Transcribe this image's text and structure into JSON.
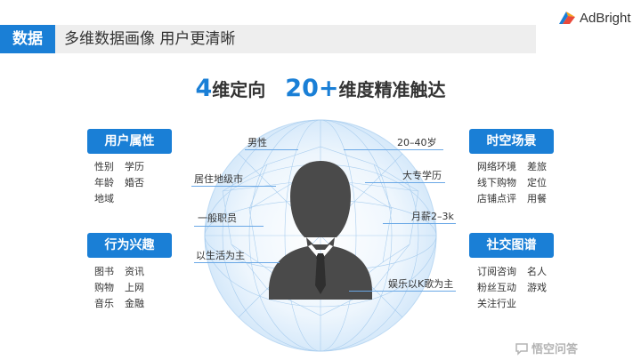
{
  "header": {
    "tag": "数据",
    "title": "多维数据画像 用户更清晰"
  },
  "brand": {
    "name": "AdBright",
    "icon": "adbright-logo-icon"
  },
  "headline": {
    "num1": "4",
    "text1": "维定向",
    "num2": "20+",
    "text2": "维度精准触达"
  },
  "categories": {
    "user_attr": {
      "title": "用户属性",
      "items": [
        "性别",
        "学历",
        "年龄",
        "婚否",
        "地域"
      ]
    },
    "behavior": {
      "title": "行为兴趣",
      "items": [
        "图书",
        "资讯",
        "购物",
        "上网",
        "音乐",
        "金融"
      ]
    },
    "spacetime": {
      "title": "时空场景",
      "items": [
        "网络环境",
        "差旅",
        "线下购物",
        "定位",
        "店铺点评",
        "用餐"
      ]
    },
    "social": {
      "title": "社交图谱",
      "items": [
        "订阅咨询",
        "名人",
        "粉丝互动",
        "游戏",
        "关注行业"
      ]
    }
  },
  "labels": {
    "male": "男性",
    "residence": "居住地级市",
    "staff": "一般职员",
    "living": "以生活为主",
    "age": "20–40岁",
    "college": "大专学历",
    "salary": "月薪2–3k",
    "karaoke": "娱乐以K歌为主"
  },
  "watermark": {
    "text": "悟空问答",
    "icon": "chat-bubble-icon"
  },
  "colors": {
    "accent": "#1a7fd6",
    "header_bg": "#eeeeee",
    "line": "#6aa8e6",
    "silhouette": "#4a4a4a"
  }
}
